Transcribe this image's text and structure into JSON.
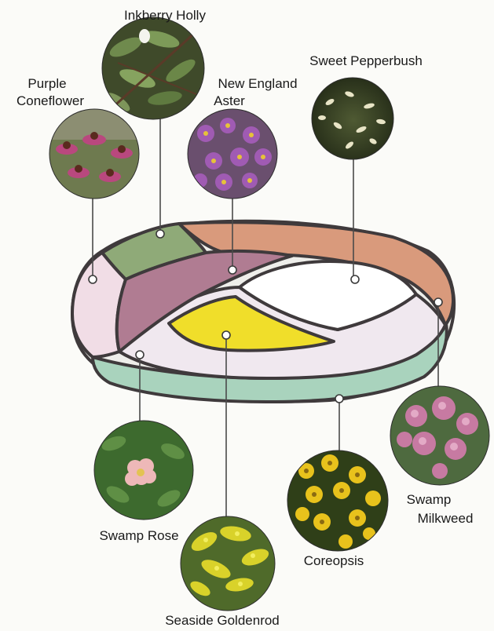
{
  "labels": {
    "inkberry_holly": "Inkberry Holly",
    "purple_coneflower_line1": "Purple",
    "purple_coneflower_line2": "Coneflower",
    "new_england_aster_line1": "New England",
    "new_england_aster_line2": "Aster",
    "sweet_pepperbush": "Sweet Pepperbush",
    "swamp_milkweed_line1": "Swamp",
    "swamp_milkweed_line2": "Milkweed",
    "swamp_rose": "Swamp Rose",
    "coreopsis": "Coreopsis",
    "seaside_goldenrod": "Seaside Goldenrod"
  },
  "colors": {
    "inkberry_holly": "#8faa78",
    "purple_coneflower": "#f1dde6",
    "new_england_aster": "#b07c92",
    "sweet_pepperbush": "#d99a7c",
    "swamp_milkweed": "#a9d3bd",
    "seaside_goldenrod": "#f0de2a",
    "swamp_rose": "#f0e8ef",
    "coreopsis": "#ffffff",
    "outline": "#3f3a3c"
  }
}
